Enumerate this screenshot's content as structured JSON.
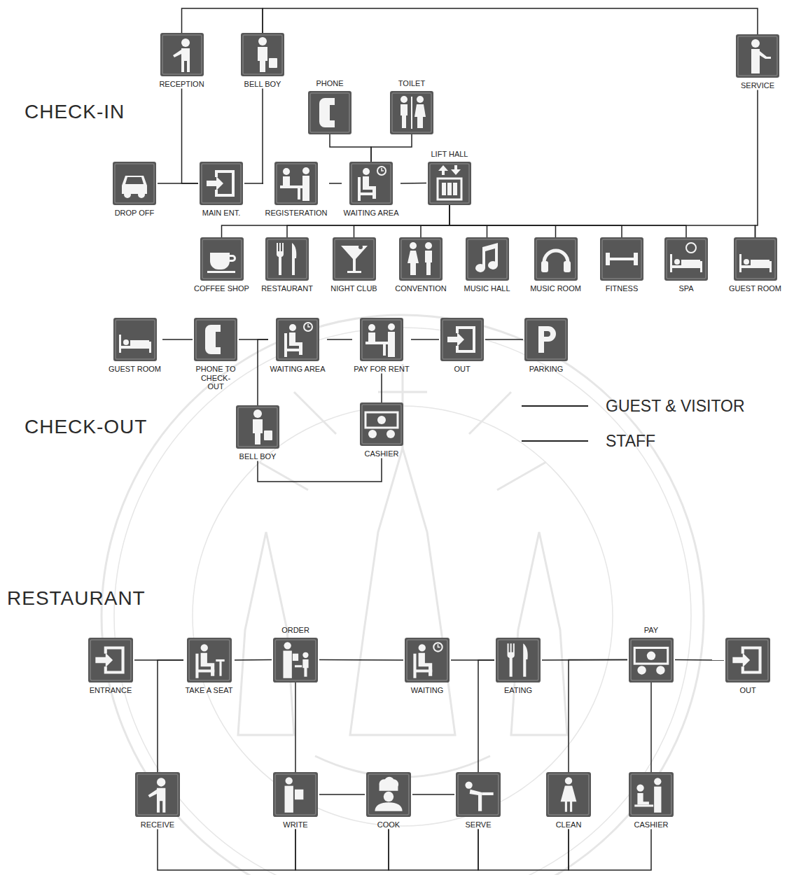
{
  "diagram": {
    "nodes": [
      {
        "text": [
          "RECEPTION"
        ]
      },
      {
        "text": [
          "BELL BOY"
        ]
      },
      {
        "text": [
          "SERVICE"
        ]
      },
      {
        "text": [
          "PHONE"
        ]
      },
      {
        "text": [
          "TOILET"
        ]
      },
      {
        "text": [
          "DROP OFF"
        ]
      },
      {
        "text": [
          "MAIN ENT."
        ]
      },
      {
        "text": [
          "REGISTERATION"
        ]
      },
      {
        "text": [
          "WAITING AREA"
        ]
      },
      {
        "text": [
          "LIFT HALL"
        ]
      },
      {
        "text": [
          "COFFEE SHOP"
        ]
      },
      {
        "text": [
          "RESTAURANT"
        ]
      },
      {
        "text": [
          "NIGHT CLUB"
        ]
      },
      {
        "text": [
          "CONVENTION"
        ]
      },
      {
        "text": [
          "MUSIC HALL"
        ]
      },
      {
        "text": [
          "MUSIC ROOM"
        ]
      },
      {
        "text": [
          "FITNESS"
        ]
      },
      {
        "text": [
          "SPA"
        ]
      },
      {
        "text": [
          "GUEST ROOM"
        ]
      },
      {
        "text": [
          "GUEST ROOM"
        ]
      },
      {
        "text": [
          "PHONE TO CHECK-OUT"
        ]
      },
      {
        "text": [
          "WAITING AREA"
        ]
      },
      {
        "text": [
          "PAY FOR RENT"
        ]
      },
      {
        "text": [
          "OUT"
        ]
      },
      {
        "text": [
          "PARKING"
        ]
      },
      {
        "text": [
          "BELL BOY"
        ]
      },
      {
        "text": [
          "CASHIER"
        ]
      },
      {
        "text": [
          "ENTRANCE"
        ]
      },
      {
        "text": [
          "TAKE A SEAT"
        ]
      },
      {
        "text": [
          "ORDER"
        ]
      },
      {
        "text": [
          "WAITING"
        ]
      },
      {
        "text": [
          "EATING"
        ]
      },
      {
        "text": [
          "PAY"
        ]
      },
      {
        "text": [
          "OUT"
        ]
      },
      {
        "text": [
          "RECEIVE"
        ]
      },
      {
        "text": [
          "WRITE"
        ]
      },
      {
        "text": [
          "COOK"
        ]
      },
      {
        "text": [
          "SERVE"
        ]
      },
      {
        "text": [
          "CLEAN"
        ]
      },
      {
        "text": [
          "CASHIER"
        ]
      }
    ],
    "edges": [
      {
        "from": 0,
        "to": 1,
        "arrow": "none"
      },
      {
        "from": 1,
        "to": 2,
        "arrow": "none"
      },
      {
        "from": 0,
        "to": 6,
        "arrow": "none"
      },
      {
        "from": 1,
        "to": 7,
        "arrow": "none"
      },
      {
        "from": 2,
        "to": 18,
        "arrow": "none"
      },
      {
        "from": 5,
        "to": 6,
        "arrow": "none"
      },
      {
        "from": 6,
        "to": 7,
        "arrow": "none"
      },
      {
        "from": 7,
        "to": 8,
        "arrow": "none"
      },
      {
        "from": 8,
        "to": 9,
        "arrow": "none"
      },
      {
        "from": 3,
        "to": 8,
        "arrow": "none"
      },
      {
        "from": 4,
        "to": 8,
        "arrow": "none"
      },
      {
        "from": 9,
        "to": 10,
        "arrow": "none"
      },
      {
        "from": 9,
        "to": 11,
        "arrow": "none"
      },
      {
        "from": 9,
        "to": 12,
        "arrow": "none"
      },
      {
        "from": 9,
        "to": 13,
        "arrow": "none"
      },
      {
        "from": 9,
        "to": 14,
        "arrow": "none"
      },
      {
        "from": 9,
        "to": 15,
        "arrow": "none"
      },
      {
        "from": 9,
        "to": 16,
        "arrow": "none"
      },
      {
        "from": 9,
        "to": 17,
        "arrow": "none"
      },
      {
        "from": 9,
        "to": 18,
        "arrow": "none"
      },
      {
        "from": 19,
        "to": 20,
        "arrow": "none"
      },
      {
        "from": 20,
        "to": 21,
        "arrow": "none"
      },
      {
        "from": 21,
        "to": 22,
        "arrow": "none"
      },
      {
        "from": 22,
        "to": 23,
        "arrow": "none"
      },
      {
        "from": 23,
        "to": 24,
        "arrow": "none"
      },
      {
        "from": 25,
        "to": 21,
        "arrow": "none"
      },
      {
        "from": 26,
        "to": 22,
        "arrow": "none"
      },
      {
        "from": 25,
        "to": 26,
        "arrow": "none"
      },
      {
        "from": 27,
        "to": 28,
        "arrow": "none"
      },
      {
        "from": 28,
        "to": 29,
        "arrow": "none"
      },
      {
        "from": 29,
        "to": 30,
        "arrow": "none"
      },
      {
        "from": 30,
        "to": 31,
        "arrow": "none"
      },
      {
        "from": 31,
        "to": 32,
        "arrow": "none"
      },
      {
        "from": 32,
        "to": 33,
        "arrow": "none"
      },
      {
        "from": 34,
        "to": 28,
        "arrow": "none"
      },
      {
        "from": 35,
        "to": 29,
        "arrow": "none"
      },
      {
        "from": 35,
        "to": 36,
        "arrow": "none"
      },
      {
        "from": 36,
        "to": 37,
        "arrow": "none"
      },
      {
        "from": 37,
        "to": 31,
        "arrow": "none"
      },
      {
        "from": 38,
        "to": 32,
        "arrow": "none"
      },
      {
        "from": 39,
        "to": 32,
        "arrow": "none"
      },
      {
        "from": 34,
        "to": 35,
        "arrow": "none"
      },
      {
        "from": 35,
        "to": 36,
        "arrow": "none"
      },
      {
        "from": 36,
        "to": 37,
        "arrow": "none"
      },
      {
        "from": 37,
        "to": 38,
        "arrow": "none"
      },
      {
        "from": 38,
        "to": 39,
        "arrow": "none"
      }
    ],
    "labels": [
      "CHECK-IN",
      "CHECK-OUT",
      "RESTAURANT"
    ],
    "legend": [
      {
        "text": "GUEST & VISITOR"
      },
      {
        "text": "STAFF"
      }
    ]
  }
}
